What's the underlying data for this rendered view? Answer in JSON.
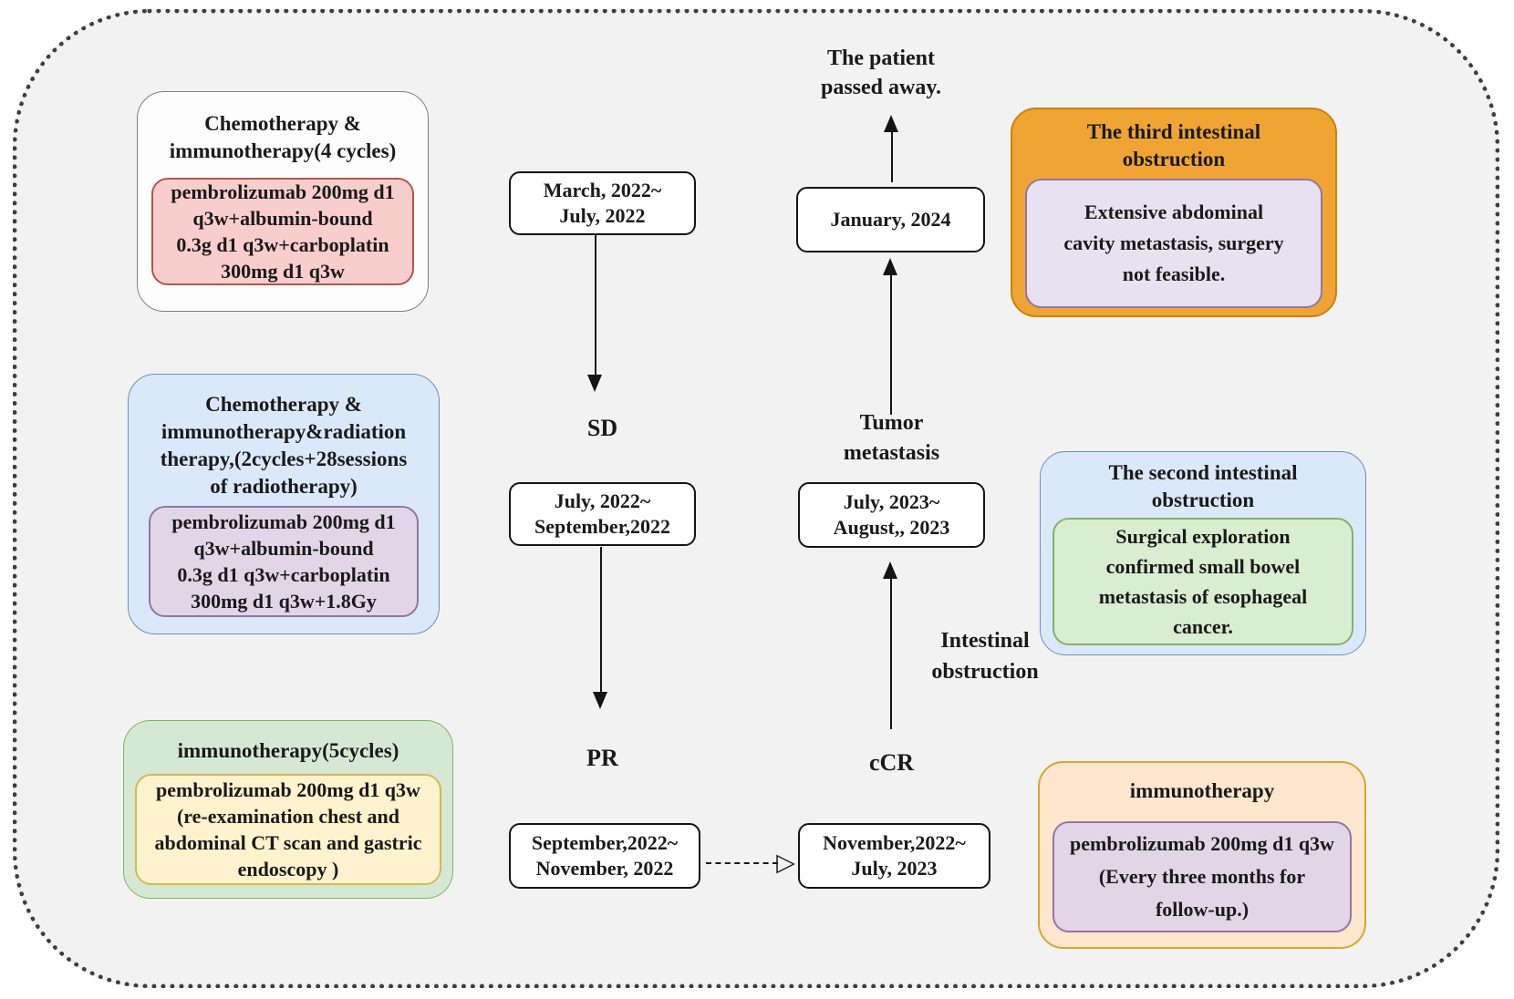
{
  "figure": {
    "left_column": [
      {
        "title": "Chemotherapy &\nimmunotherapy(4 cycles)",
        "detail": "pembrolizumab 200mg d1\nq3w+albumin-bound\n0.3g d1 q3w+carboplatin\n300mg d1 q3w",
        "fill": "#fdfdfd",
        "border": "#7f7f7f",
        "detail_fill": "#f8cecc",
        "detail_border": "#b85450"
      },
      {
        "title": "Chemotherapy &\nimmunotherapy&radiation\ntherapy,(2cycles+28sessions\nof radiotherapy)",
        "detail": "pembrolizumab 200mg d1\nq3w+albumin-bound\n0.3g d1 q3w+carboplatin\n300mg d1 q3w+1.8Gy",
        "fill": "#dae8fc",
        "border": "#6c8ebf",
        "detail_fill": "#e1d5e7",
        "detail_border": "#9673a6"
      },
      {
        "title": "immunotherapy(5cycles)",
        "detail": "pembrolizumab 200mg d1 q3w\n(re-examination chest and\nabdominal CT scan and gastric\nendoscopy )",
        "fill": "#d5e8d4",
        "border": "#82b366",
        "detail_fill": "#fff2cc",
        "detail_border": "#d6b656"
      }
    ],
    "right_column": [
      {
        "title": "The third intestinal\nobstruction",
        "detail": "Extensive abdominal\ncavity metastasis, surgery\nnot feasible.",
        "fill": "#f0a433",
        "border": "#c8820a",
        "detail_fill": "#e8e1f1",
        "detail_border": "#9177a3"
      },
      {
        "title": "The second intestinal\nobstruction",
        "detail": "Surgical exploration\nconfirmed small bowel\nmetastasis of esophageal\ncancer.",
        "fill": "#dae8fc",
        "border": "#6c8ebf",
        "detail_fill": "#d9edcf",
        "detail_border": "#82b366"
      },
      {
        "title": "immunotherapy",
        "detail": "pembrolizumab 200mg d1 q3w\n(Every three months for\nfollow-up.)",
        "fill": "#ffe6cc",
        "border": "#d6a72e",
        "detail_fill": "#e1d5e7",
        "detail_border": "#9673a6"
      }
    ],
    "timeline": {
      "period_1": "March, 2022~\nJuly, 2022",
      "response_1": "SD",
      "period_2": "July, 2022~\nSeptember,2022",
      "response_2": "PR",
      "period_3": "September,2022~\nNovember, 2022",
      "period_4": "November,2022~\nJuly, 2023",
      "response_3": "cCR",
      "event_1": "Intestinal\nobstruction",
      "period_5": "July, 2023~\nAugust,, 2023",
      "event_2": "Tumor\nmetastasis",
      "period_6": "January, 2024",
      "outcome": "The patient\npassed away."
    },
    "icons": {
      "open_arrowhead": "▷"
    },
    "palette": {
      "board_bg": "#f2f2f3",
      "board_border": "#3e3e3e",
      "text": "#1a1a1a",
      "period_box_bg": "#ffffff",
      "period_box_border": "#141414"
    }
  }
}
